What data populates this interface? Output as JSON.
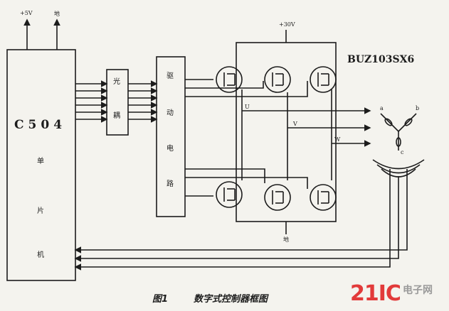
{
  "power": {
    "vcc": "+5V",
    "gnd_top": "地",
    "dc_bus": "+30V",
    "gnd_bottom": "地"
  },
  "chip": {
    "name": "C504",
    "desc": [
      "单",
      "片",
      "机"
    ]
  },
  "optocoupler": {
    "chars": [
      "光",
      "耦"
    ]
  },
  "driver": {
    "chars": [
      "驱",
      "动",
      "电",
      "路"
    ]
  },
  "mosfet_part": "BUZ103SX6",
  "phases": [
    "U",
    "V",
    "W"
  ],
  "motor_labels": [
    "a",
    "b",
    "c"
  ],
  "caption": {
    "figure": "图1",
    "title": "数字式控制器框图"
  },
  "watermark": {
    "brand": "21IC",
    "site": "电子网"
  },
  "colors": {
    "ink": "#1c1c1c",
    "paper": "#f4f3ee",
    "watermark_red": "#e23a3a",
    "watermark_gray": "#9a9a9a"
  }
}
